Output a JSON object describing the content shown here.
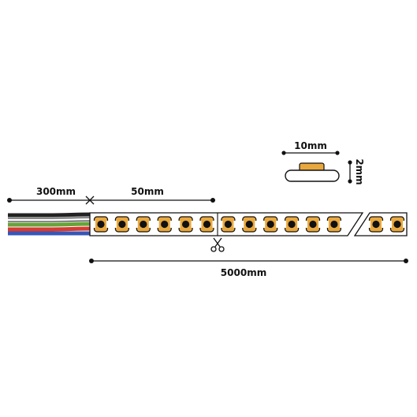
{
  "dimensions": {
    "lead_length": "300mm",
    "cut_interval": "50mm",
    "total_length": "5000mm",
    "profile_width": "10mm",
    "profile_height": "2mm"
  },
  "wire_colors": [
    "#222222",
    "#ffffff",
    "#67a33a",
    "#d93a2f",
    "#3657b8"
  ],
  "led_colors": {
    "pad": "#e9a83e",
    "dot": "#111111"
  },
  "icons": {
    "cut_mark": "scissors-icon"
  },
  "led_count_before_break": 12,
  "led_count_after_break": 2
}
